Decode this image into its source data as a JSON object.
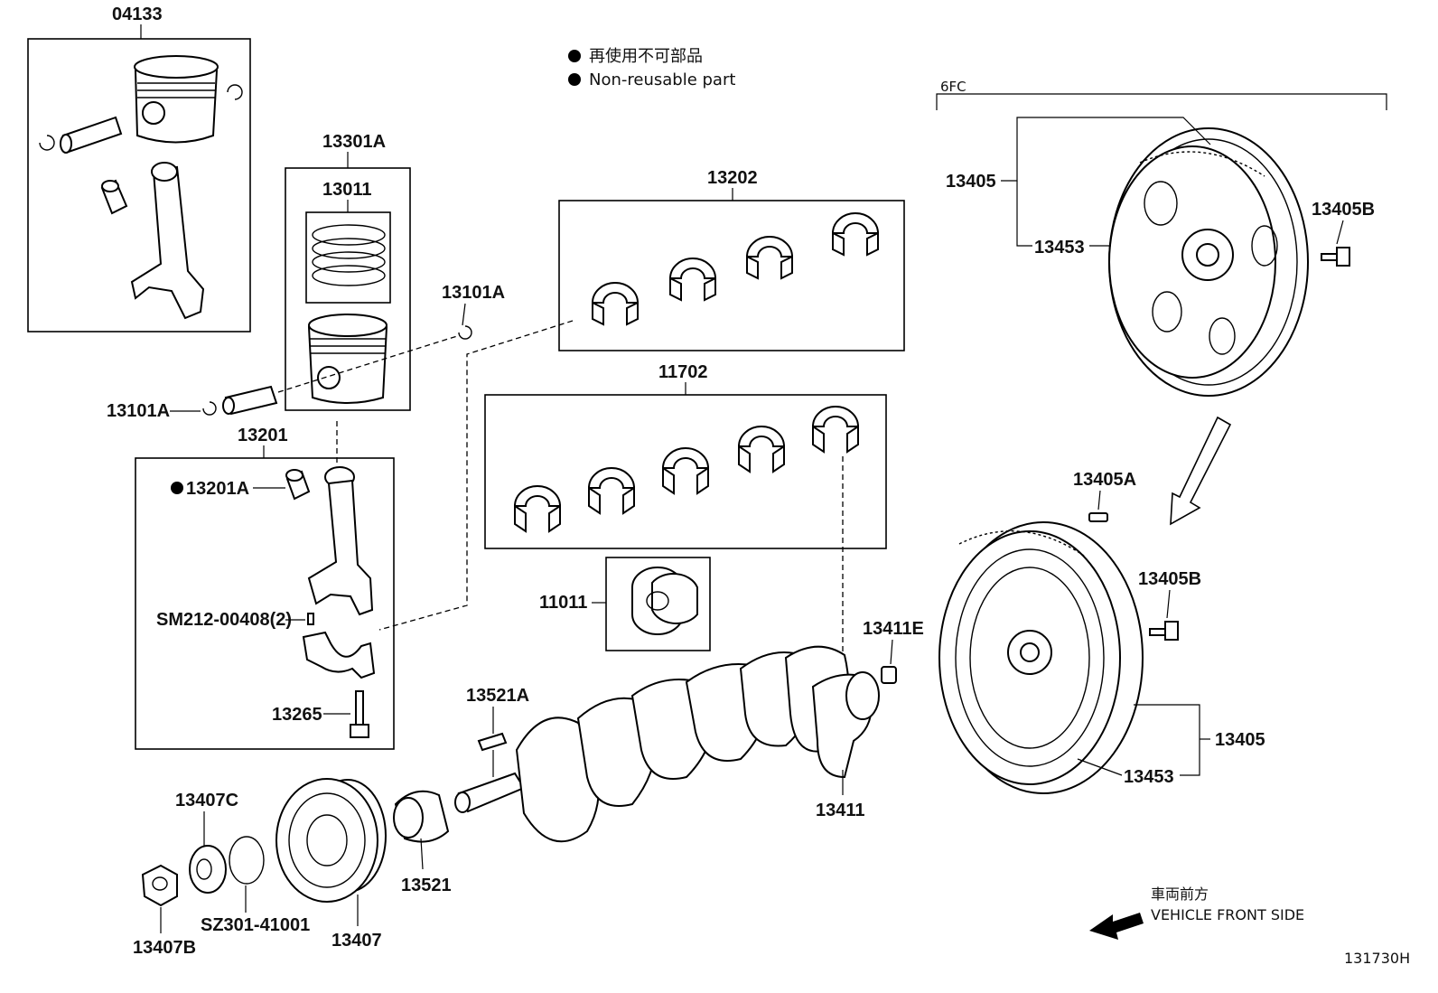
{
  "legend": {
    "jp": "再使用不可部品",
    "en": "Non-reusable part",
    "dot_color": "#000000"
  },
  "variant": "6FC",
  "vehicle_front": {
    "jp": "車両前方",
    "en": "VEHICLE FRONT SIDE"
  },
  "figure_id": "131730H",
  "labels": {
    "p04133": "04133",
    "p13301A": "13301A",
    "p13011": "13011",
    "p13101A_top": "13101A",
    "p13101A_left": "13101A",
    "p13202": "13202",
    "p11702": "11702",
    "p13201": "13201",
    "p13201A": "13201A",
    "pSM212": "SM212-00408(2)",
    "p13265": "13265",
    "p11011": "11011",
    "p13521A": "13521A",
    "p13521": "13521",
    "p13407C": "13407C",
    "p13407B": "13407B",
    "pSZ301": "SZ301-41001",
    "p13407": "13407",
    "p13411": "13411",
    "p13411E": "13411E",
    "p13405_top": "13405",
    "p13453_top": "13453",
    "p13405B_top": "13405B",
    "p13405A": "13405A",
    "p13405B_mid": "13405B",
    "p13405_bottom": "13405",
    "p13453_bottom": "13453"
  }
}
